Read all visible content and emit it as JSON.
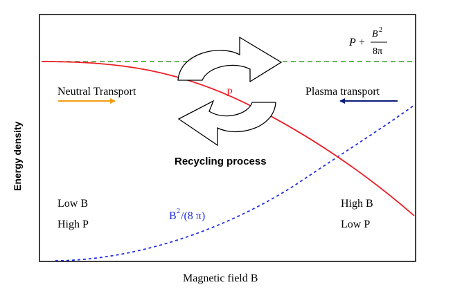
{
  "xlabel": "Magnetic field B",
  "ylabel": "Energy density",
  "total_label": {
    "p": "P",
    "plus": "+",
    "num_base": "B",
    "num_exp": "2",
    "den": "8π"
  },
  "pressure_label": "P",
  "magnetic_label": {
    "base": "B",
    "exp": "2",
    "rest": "/(8 π)"
  },
  "neutral_transport": "Neutral Transport",
  "plasma_transport": "Plasma transport",
  "recycling": "Recycling process",
  "left_region": [
    "Low B",
    "High P"
  ],
  "right_region": [
    "High B",
    "Low P"
  ],
  "colors": {
    "pressure": "#ee1c25",
    "magnetic": "#1f2ee6",
    "total": "#3a9a2a",
    "neutral_arrow": "#f39c12",
    "plasma_arrow": "#0a1a7a"
  }
}
